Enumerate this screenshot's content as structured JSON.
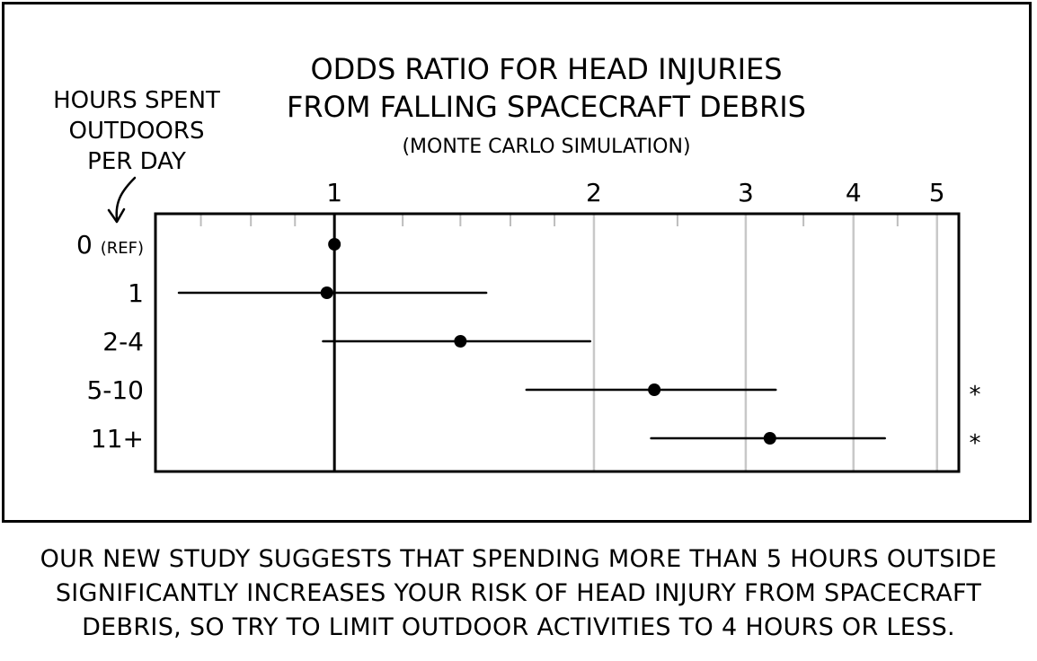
{
  "chart_data": {
    "type": "forest",
    "title_lines": [
      "ODDS RATIO FOR HEAD INJURIES",
      "FROM FALLING SPACECRAFT DEBRIS"
    ],
    "subtitle": "(MONTE CARLO SIMULATION)",
    "ylabel_lines": [
      "HOURS SPENT",
      "OUTDOORS",
      "PER DAY"
    ],
    "x_scale": "log",
    "x_ticks": [
      1,
      2,
      3,
      4,
      5
    ],
    "xlim": [
      0.62,
      5.3
    ],
    "reference_line": 1,
    "grid": true,
    "categories": [
      "0 (REF)",
      "1",
      "2-4",
      "5-10",
      "11+"
    ],
    "points": [
      {
        "label": "0 (REF)",
        "value": 1.0,
        "ci": null,
        "marker": ""
      },
      {
        "label": "1",
        "value": 0.98,
        "ci": [
          0.66,
          1.5
        ],
        "marker": ""
      },
      {
        "label": "2-4",
        "value": 1.4,
        "ci": [
          0.97,
          1.98
        ],
        "marker": ""
      },
      {
        "label": "5-10",
        "value": 2.35,
        "ci": [
          1.67,
          3.25
        ],
        "marker": "*"
      },
      {
        "label": "11+",
        "value": 3.2,
        "ci": [
          2.33,
          4.35
        ],
        "marker": "*"
      }
    ]
  },
  "caption_lines": [
    "OUR NEW STUDY SUGGESTS THAT SPENDING MORE THAN 5 HOURS OUTSIDE",
    "SIGNIFICANTLY INCREASES YOUR RISK OF HEAD INJURY FROM SPACECRAFT",
    "DEBRIS, SO TRY TO LIMIT OUTDOOR ACTIVITIES TO 4 HOURS OR LESS."
  ]
}
